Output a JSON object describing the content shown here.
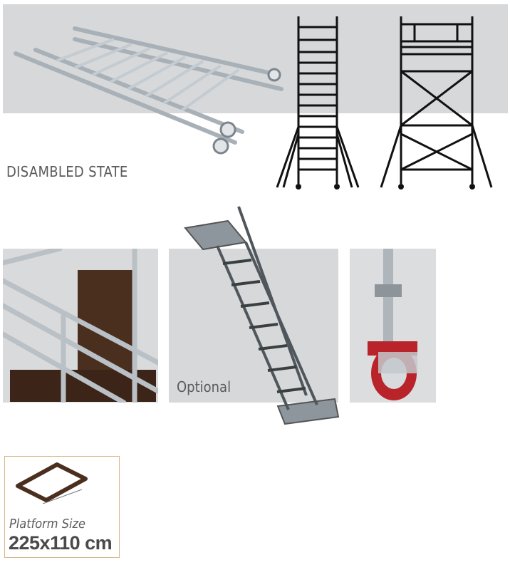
{
  "disassembled": {
    "caption": "DISAMBLED STATE"
  },
  "stair": {
    "caption": "Optional"
  },
  "platform": {
    "label": "Platform Size",
    "size": "225x110 cm"
  },
  "colors": {
    "panel_grey": "#d7d8da",
    "metal": "#9aa3ab",
    "brown": "#4a2f1e",
    "wheel_red": "#b8242a",
    "frame_border": "#d8b68a"
  },
  "icons": [
    "folded-frames-image",
    "tower-side-drawing",
    "tower-front-drawing",
    "platform-hatch-image",
    "stair-image",
    "caster-wheel-image",
    "platform-outline-icon"
  ]
}
